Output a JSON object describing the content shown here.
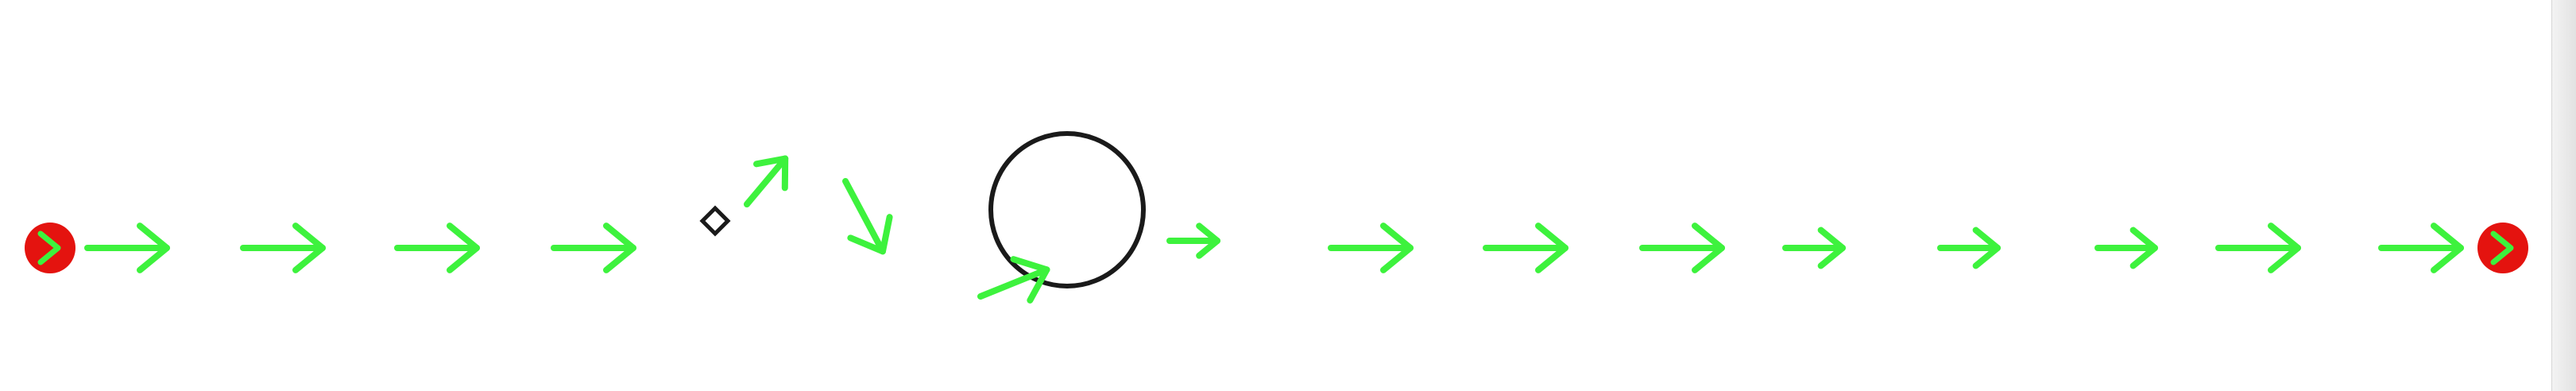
{
  "colors": {
    "arrow": "#3df23d",
    "endpoint": "#e4130f",
    "obstacle_stroke": "#1a1a1a",
    "background": "#ffffff"
  },
  "icons": {
    "arrow": "right-arrow-icon",
    "endpoint": "endpoint-dot",
    "circle_obstacle": "circle-obstacle",
    "diamond_marker": "diamond-marker"
  },
  "scene": {
    "endpoints": [
      {
        "name": "start-point"
      },
      {
        "name": "goal-point"
      }
    ],
    "arrows": [
      {
        "name": "arrow-1",
        "heading_deg": 0
      },
      {
        "name": "arrow-2",
        "heading_deg": 0
      },
      {
        "name": "arrow-3",
        "heading_deg": 0
      },
      {
        "name": "arrow-4",
        "heading_deg": 0
      },
      {
        "name": "arrow-5",
        "heading_deg": -50
      },
      {
        "name": "arrow-6",
        "heading_deg": 62
      },
      {
        "name": "arrow-7",
        "heading_deg": -22
      },
      {
        "name": "arrow-8",
        "heading_deg": 0
      },
      {
        "name": "arrow-9",
        "heading_deg": 0
      },
      {
        "name": "arrow-10",
        "heading_deg": 0
      },
      {
        "name": "arrow-11",
        "heading_deg": 0
      },
      {
        "name": "arrow-12",
        "heading_deg": 0
      },
      {
        "name": "arrow-13",
        "heading_deg": 0
      },
      {
        "name": "arrow-14",
        "heading_deg": 0
      },
      {
        "name": "arrow-15",
        "heading_deg": 0
      },
      {
        "name": "arrow-16",
        "heading_deg": 0
      }
    ],
    "obstacles": [
      {
        "name": "circle-obstacle",
        "shape": "circle"
      },
      {
        "name": "diamond-marker",
        "shape": "diamond"
      }
    ]
  }
}
